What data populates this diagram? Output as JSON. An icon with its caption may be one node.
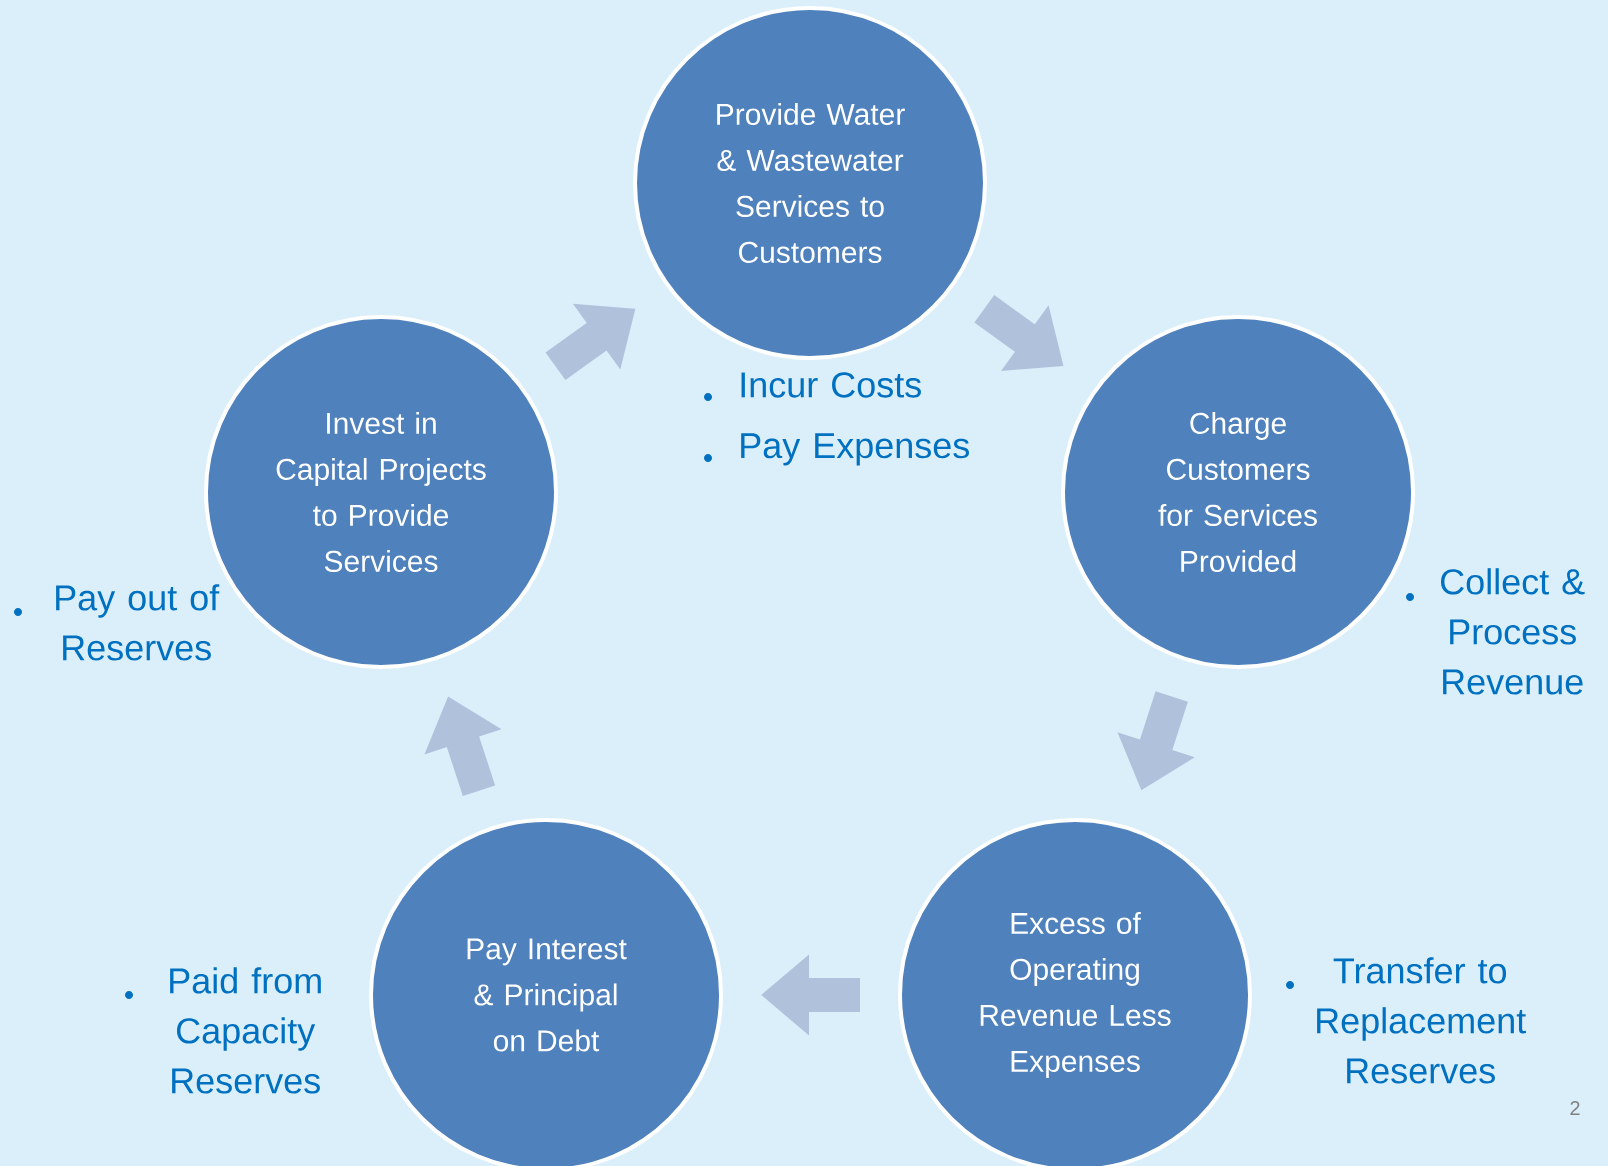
{
  "diagram": {
    "nodes": [
      {
        "text": [
          "Provide Water & Wastewater Services to Customers"
        ],
        "beside": [
          "Incur Costs",
          "Pay Expenses"
        ]
      },
      {
        "text": [
          "Charge Customers for Services Provided"
        ],
        "beside": [
          "Collect & Process Revenue"
        ]
      },
      {
        "text": [
          "Excess of Operating Revenue Less Expenses"
        ],
        "beside": [
          "Transfer to Replacement Reserves"
        ]
      },
      {
        "text": [
          "Pay Interest & Principal on Debt"
        ],
        "beside": [
          "Paid from Capacity Reserves"
        ]
      },
      {
        "text": [
          "Invest in Capital Projects to Provide Services"
        ],
        "beside": [
          "Pay out of Reserves"
        ]
      }
    ],
    "edges": [
      {
        "from": 0,
        "to": 1,
        "arrow": "to"
      },
      {
        "from": 1,
        "to": 2,
        "arrow": "to"
      },
      {
        "from": 2,
        "to": 3,
        "arrow": "to"
      },
      {
        "from": 3,
        "to": 4,
        "arrow": "to"
      },
      {
        "from": 4,
        "to": 0,
        "arrow": "to"
      }
    ],
    "labels": [
      "2"
    ]
  }
}
